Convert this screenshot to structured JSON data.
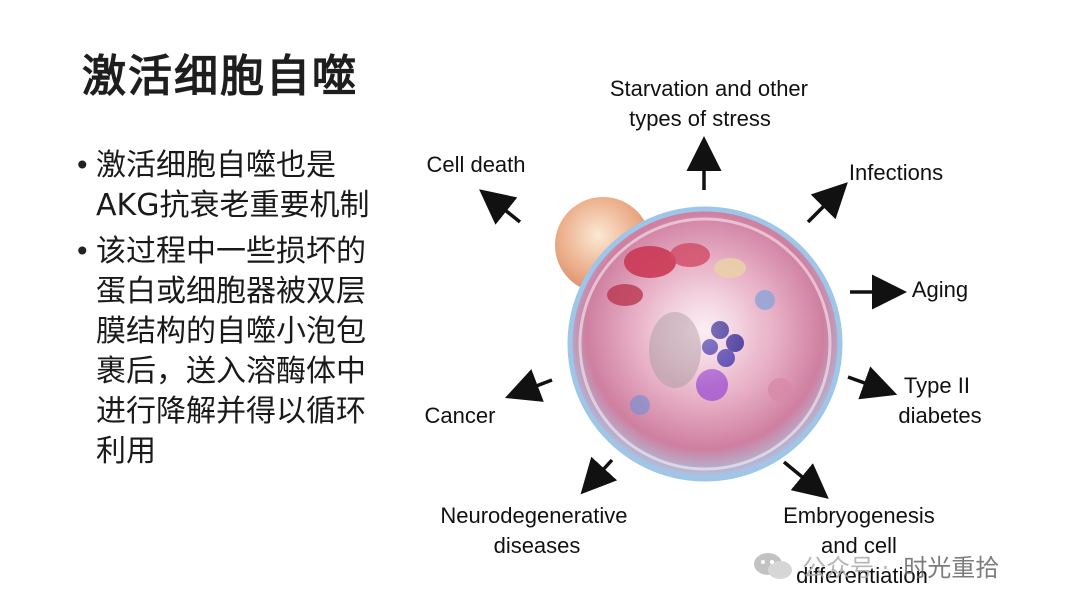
{
  "slide": {
    "title": "激活细胞自噬",
    "bullets": [
      {
        "lines": [
          "激活细胞自噬也是",
          "AKG抗衰老重要机制"
        ]
      },
      {
        "lines": [
          "该过程中一些损坏的",
          "蛋白或细胞器被双层",
          "膜结构的自噬小泡包",
          "裹后，送入溶酶体中",
          "进行降解并得以循环",
          "利用"
        ]
      }
    ]
  },
  "diagram": {
    "labels": {
      "starvation": [
        "Starvation and other",
        "types of stress"
      ],
      "infections": [
        "Infections"
      ],
      "aging": [
        "Aging"
      ],
      "type2": [
        "Type II",
        "diabetes"
      ],
      "embryo": [
        "Embryogenesis",
        "and cell",
        "differentiation"
      ],
      "neuro": [
        "Neurodegenerative",
        "diseases"
      ],
      "cancer": [
        "Cancer"
      ],
      "celldeath": [
        "Cell death"
      ]
    }
  },
  "watermark": {
    "sub": "公众号 ·",
    "name": "时光重拾"
  }
}
